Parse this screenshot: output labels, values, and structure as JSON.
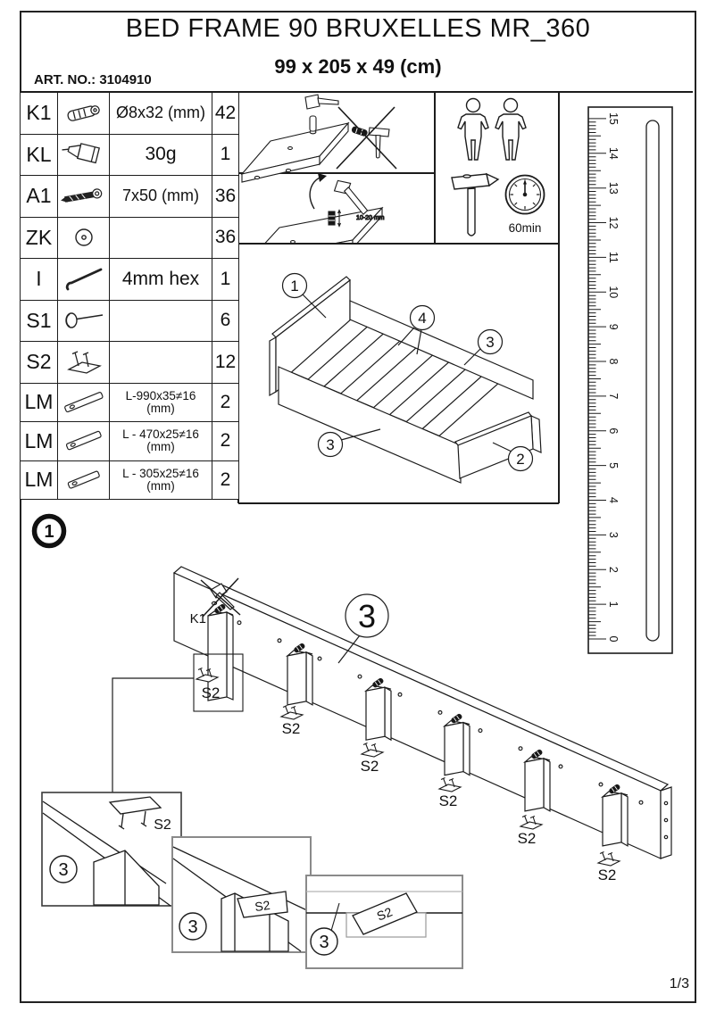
{
  "title": "BED FRAME 90 BRUXELLES MR_360",
  "dimensions": "99 x 205 x 49 (cm)",
  "art_no": "ART. NO.: 3104910",
  "page_number": "1/3",
  "parts_table": {
    "rows": [
      {
        "label": "K1",
        "icon": "dowel-icon",
        "spec": "Ø8x32 (mm)",
        "qty": "42"
      },
      {
        "label": "KL",
        "icon": "glue-tube-icon",
        "spec": "30g",
        "qty": "1"
      },
      {
        "label": "A1",
        "icon": "screw-icon",
        "spec": "7x50 (mm)",
        "qty": "36"
      },
      {
        "label": "ZK",
        "icon": "cam-washer-icon",
        "spec": "",
        "qty": "36"
      },
      {
        "label": "I",
        "icon": "allen-key-icon",
        "spec": "4mm hex",
        "qty": "1"
      },
      {
        "label": "S1",
        "icon": "nail-icon",
        "spec": "",
        "qty": "6"
      },
      {
        "label": "S2",
        "icon": "glide-plate-icon",
        "spec": "",
        "qty": "12"
      },
      {
        "label": "LM",
        "icon": "slat-icon",
        "spec": "L-990x35≠16 (mm)",
        "qty": "2"
      },
      {
        "label": "LM",
        "icon": "slat-icon",
        "spec": "L - 470x25≠16 (mm)",
        "qty": "2"
      },
      {
        "label": "LM",
        "icon": "slat-icon",
        "spec": "L - 305x25≠16 (mm)",
        "qty": "2"
      }
    ]
  },
  "instructions": {
    "hammer_depth_label": "10-20 mm",
    "assembly_time": "60min"
  },
  "ruler": {
    "numbers": [
      "0",
      "1",
      "2",
      "3",
      "4",
      "5",
      "6",
      "7",
      "8",
      "9",
      "10",
      "11",
      "12",
      "13",
      "14",
      "15"
    ]
  },
  "overview": {
    "callout_headboard": "1",
    "callout_footboard": "2",
    "callout_side_rail": "3",
    "callout_slats": "4"
  },
  "step": {
    "number": "1",
    "board_callout": "3",
    "k1_label": "K1",
    "s2_label": "S2"
  }
}
